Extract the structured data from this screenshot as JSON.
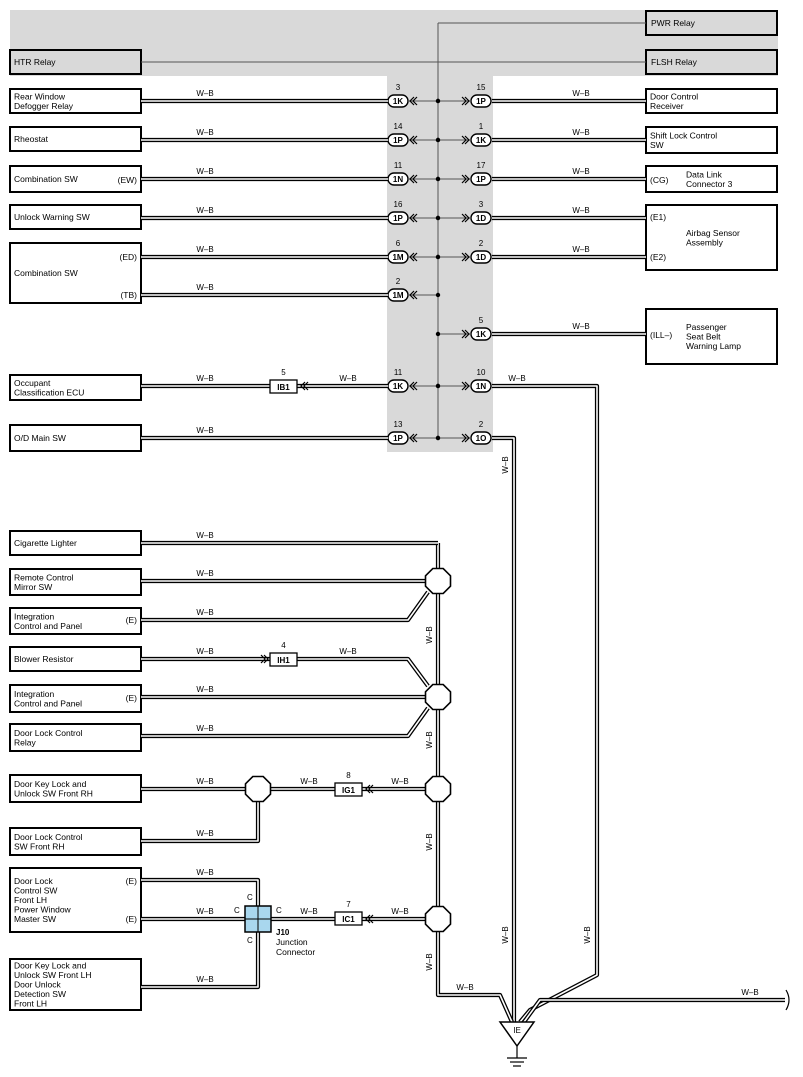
{
  "top_components": {
    "pwr_relay": "PWR Relay",
    "htr_relay": "HTR Relay",
    "flsh_relay": "FLSH Relay"
  },
  "wire_color": "W–B",
  "left_components": [
    {
      "id": "rear-window-defogger-relay",
      "lines": [
        "Rear Window",
        "Defogger Relay"
      ]
    },
    {
      "id": "rheostat",
      "lines": [
        "Rheostat"
      ]
    },
    {
      "id": "combination-sw-ew",
      "lines": [
        "Combination SW"
      ],
      "terminal": "(EW)"
    },
    {
      "id": "unlock-warning-sw",
      "lines": [
        "Unlock Warning SW"
      ]
    },
    {
      "id": "combination-sw",
      "lines": [
        "Combination SW"
      ],
      "terminals": [
        "(ED)",
        "(TB)"
      ]
    },
    {
      "id": "occupant-classification-ecu",
      "lines": [
        "Occupant",
        "Classification ECU"
      ]
    },
    {
      "id": "od-main-sw",
      "lines": [
        "O/D Main SW"
      ]
    }
  ],
  "right_components": [
    {
      "id": "door-control-receiver",
      "lines": [
        "Door Control",
        "Receiver"
      ]
    },
    {
      "id": "shift-lock-control-sw",
      "lines": [
        "Shift Lock Control",
        "SW"
      ]
    },
    {
      "id": "data-link-connector-3",
      "lines": [
        "Data Link",
        "Connector 3"
      ],
      "terminal": "(CG)"
    },
    {
      "id": "airbag-sensor-assembly",
      "lines": [
        "Airbag Sensor",
        "Assembly"
      ],
      "terminals": [
        "(E1)",
        "(E2)"
      ]
    },
    {
      "id": "passenger-seat-belt-warning-lamp",
      "lines": [
        "Passenger",
        "Seat Belt",
        "Warning Lamp"
      ],
      "terminal": "(ILL–)"
    }
  ],
  "left_connectors": [
    {
      "num": "3",
      "pin": "1K"
    },
    {
      "num": "14",
      "pin": "1P"
    },
    {
      "num": "11",
      "pin": "1N"
    },
    {
      "num": "16",
      "pin": "1P"
    },
    {
      "num": "6",
      "pin": "1M"
    },
    {
      "num": "2",
      "pin": "1M"
    },
    {
      "num": "11",
      "pin": "1K"
    },
    {
      "num": "13",
      "pin": "1P"
    }
  ],
  "right_connectors": [
    {
      "num": "15",
      "pin": "1P"
    },
    {
      "num": "1",
      "pin": "1K"
    },
    {
      "num": "17",
      "pin": "1P"
    },
    {
      "num": "3",
      "pin": "1D"
    },
    {
      "num": "2",
      "pin": "1D"
    },
    {
      "num": "5",
      "pin": "1K"
    },
    {
      "num": "10",
      "pin": "1N"
    },
    {
      "num": "2",
      "pin": "1O"
    }
  ],
  "inline_connectors": {
    "ib1": {
      "num": "5",
      "pin": "IB1"
    },
    "ih1": {
      "num": "4",
      "pin": "IH1"
    },
    "ig1": {
      "num": "8",
      "pin": "IG1"
    },
    "ic1": {
      "num": "7",
      "pin": "IC1"
    }
  },
  "lower_components": [
    {
      "id": "cigarette-lighter",
      "lines": [
        "Cigarette Lighter"
      ]
    },
    {
      "id": "remote-control-mirror-sw",
      "lines": [
        "Remote Control",
        "Mirror SW"
      ]
    },
    {
      "id": "integration-control-panel-1",
      "lines": [
        "Integration",
        "Control and Panel"
      ],
      "terminal": "(E)"
    },
    {
      "id": "blower-resistor",
      "lines": [
        "Blower Resistor"
      ]
    },
    {
      "id": "integration-control-panel-2",
      "lines": [
        "Integration",
        "Control and Panel"
      ],
      "terminal": "(E)"
    },
    {
      "id": "door-lock-control-relay",
      "lines": [
        "Door Lock Control",
        "Relay"
      ]
    },
    {
      "id": "door-key-lock-unlock-sw-front-rh",
      "lines": [
        "Door Key Lock and",
        "Unlock SW Front RH"
      ]
    },
    {
      "id": "door-lock-control-sw-front-rh",
      "lines": [
        "Door Lock Control",
        "SW Front RH"
      ]
    },
    {
      "id": "door-lock-control-sw-front-lh",
      "lines": [
        "Door Lock",
        "Control SW",
        "Front LH",
        "Power Window",
        "Master SW"
      ],
      "terminals": [
        "(E)",
        "(E)"
      ]
    },
    {
      "id": "door-key-lock-unlock-sw-front-lh",
      "lines": [
        "Door Key Lock and",
        "Unlock SW Front LH",
        "Door Unlock",
        "Detection SW",
        "Front LH"
      ]
    }
  ],
  "junction": {
    "name": "J10",
    "lines": [
      "Junction",
      "Connector"
    ],
    "pin": "C"
  },
  "ground": {
    "label": "IE"
  }
}
